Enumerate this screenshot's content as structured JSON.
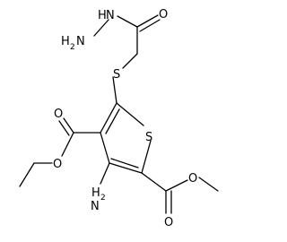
{
  "molecule": {
    "atoms": {
      "hydrazide_nh": "N",
      "hydrazide_h": "H",
      "terminal_n": "N",
      "terminal_h2": "H",
      "terminal_sub2": "2",
      "acyl_o": "O",
      "thioether_s": "S",
      "ring_s": "S",
      "ester_left_o_carbonyl": "O",
      "ester_left_o_ether": "O",
      "amino_h": "H",
      "amino_sub2": "2",
      "amino_n": "N",
      "ester_right_o_carbonyl": "O",
      "ester_right_o_ether": "O"
    },
    "colors": {
      "bond": "#000000",
      "label": "#000000",
      "background": "#ffffff"
    }
  }
}
